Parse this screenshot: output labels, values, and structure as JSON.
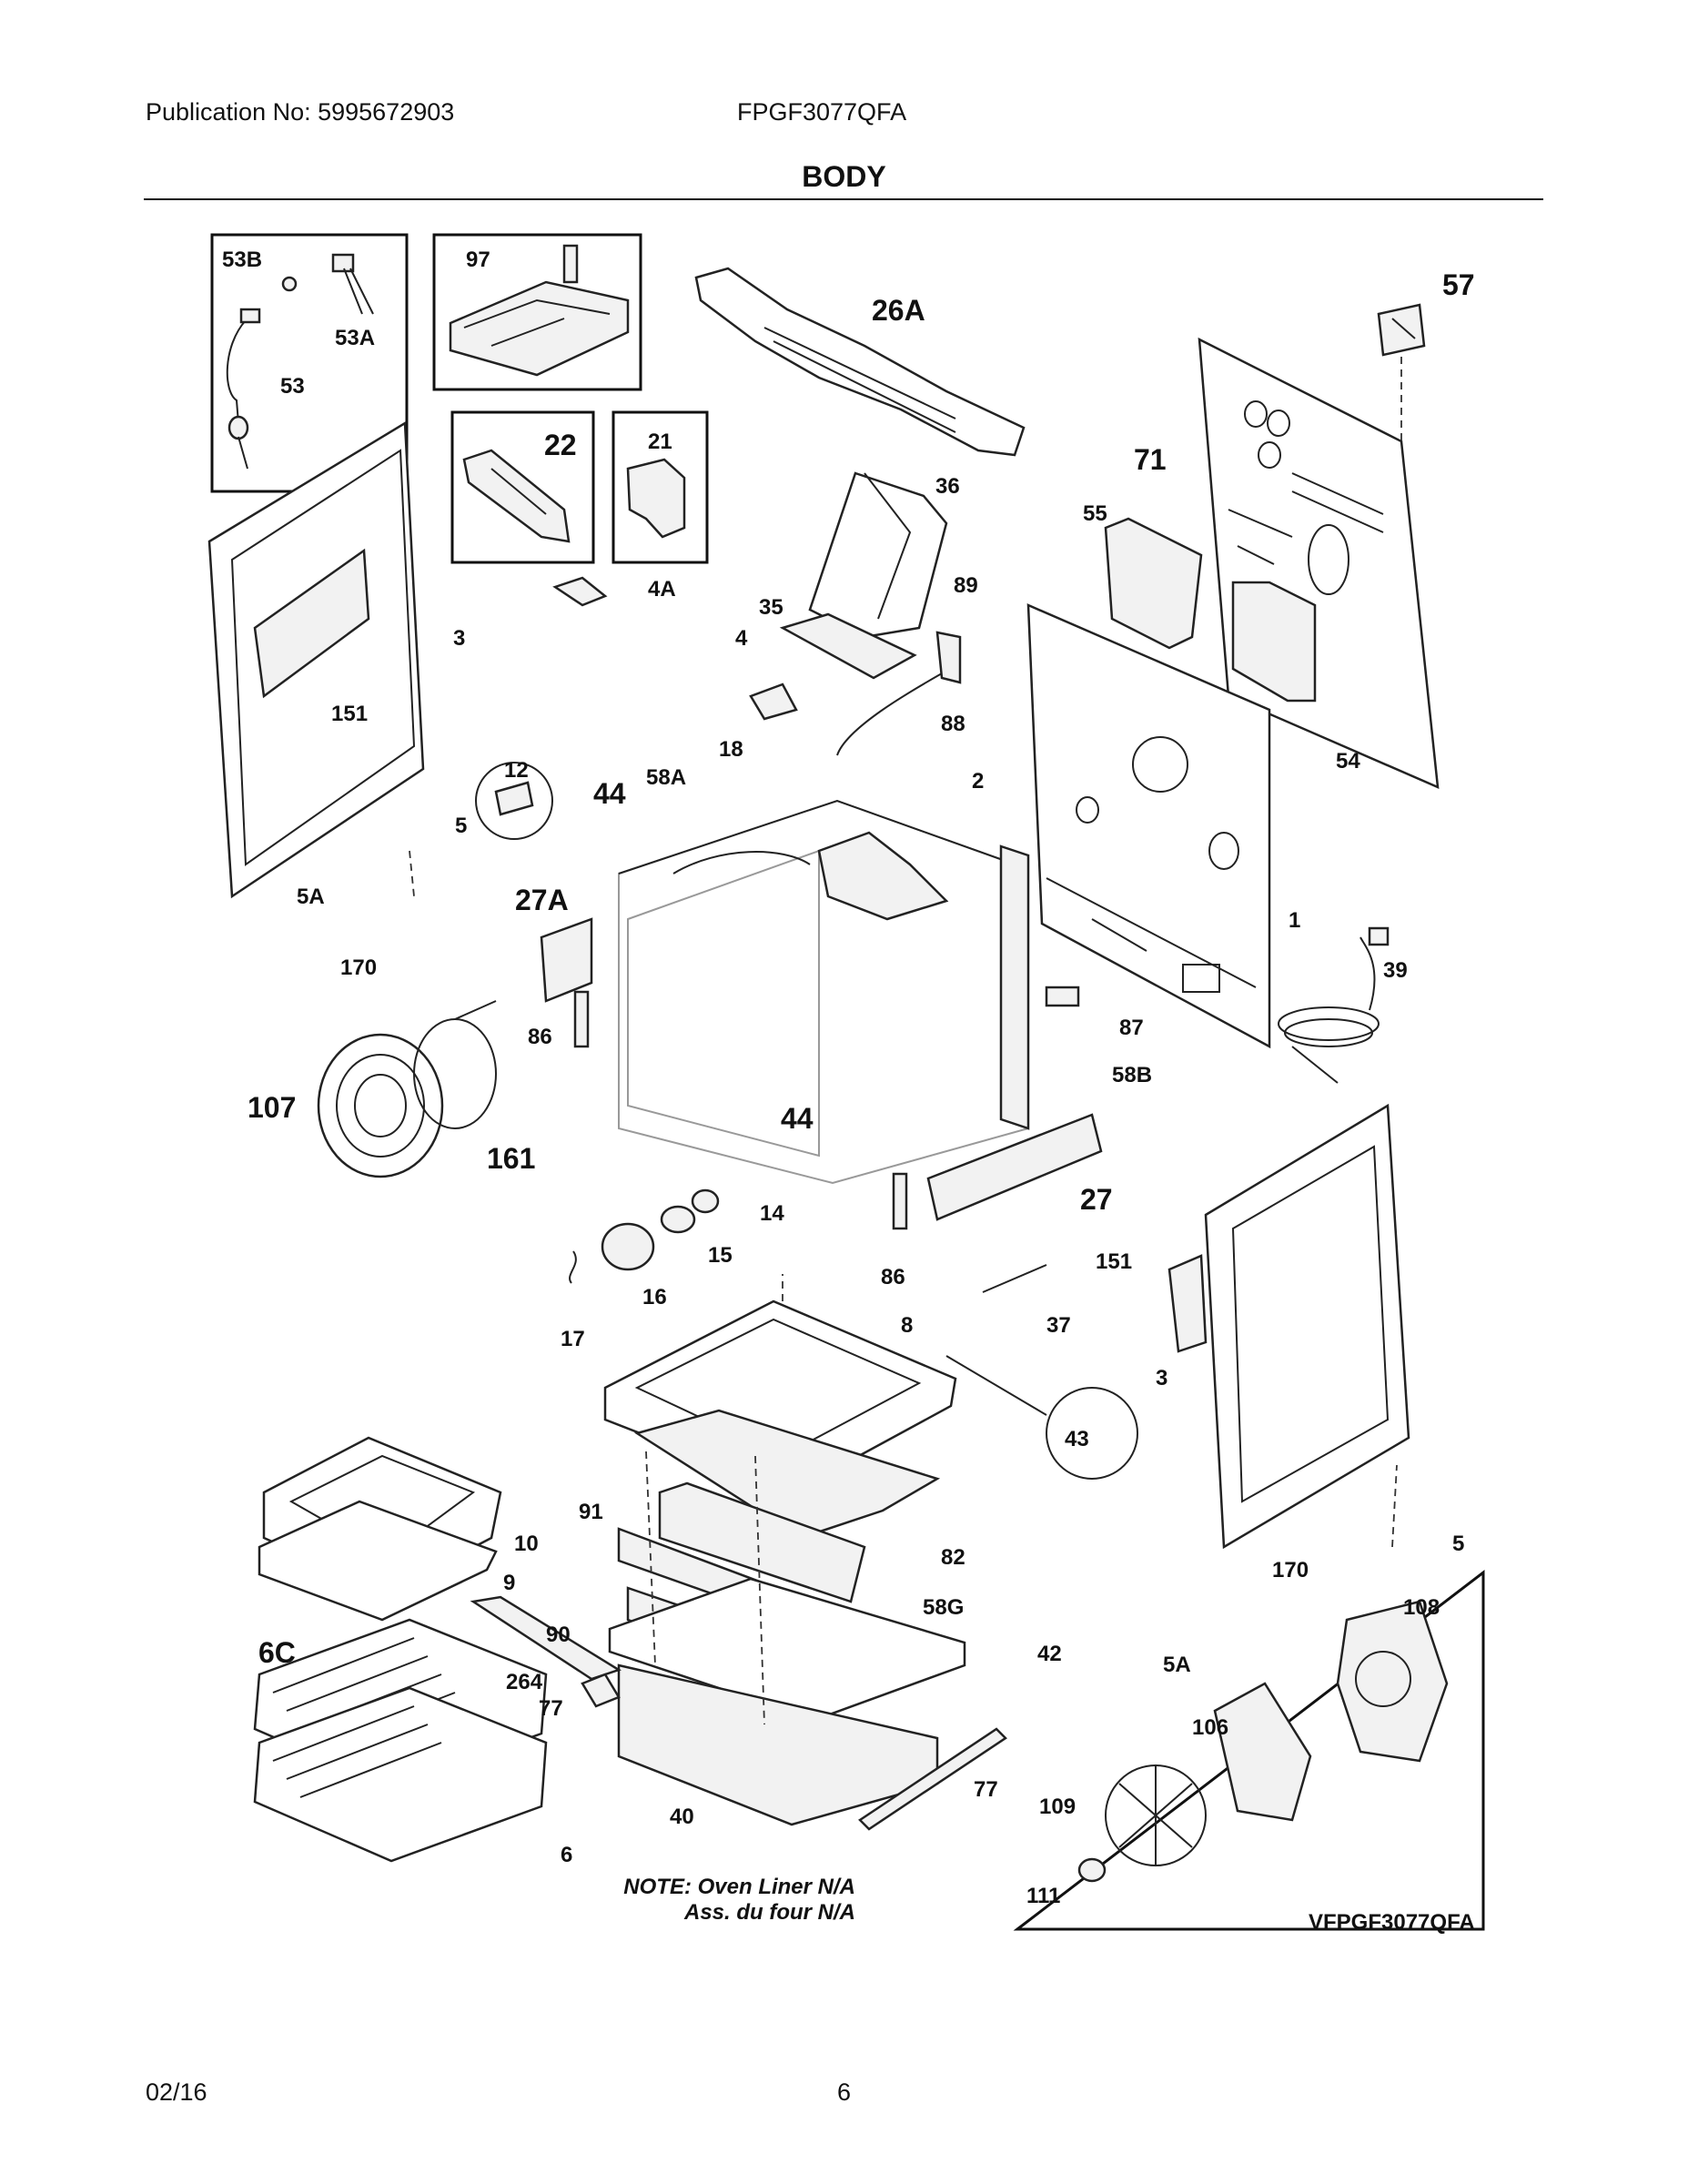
{
  "header": {
    "publication": "Publication No: 5995672903",
    "model": "FPGF3077QFA",
    "title": "BODY"
  },
  "footer": {
    "date": "02/16",
    "page": "6"
  },
  "note": {
    "line1": "NOTE: Oven Liner N/A",
    "line2": "Ass. du four N/A"
  },
  "drawing_code": "VFPGF3077QFA",
  "part_labels": [
    "53B",
    "97",
    "26A",
    "57",
    "53A",
    "53",
    "22",
    "21",
    "71",
    "36",
    "55",
    "4A",
    "3",
    "89",
    "35",
    "4",
    "151",
    "88",
    "54",
    "12",
    "44",
    "58A",
    "18",
    "2",
    "5",
    "5A",
    "27A",
    "1",
    "39",
    "170",
    "87",
    "86",
    "58B",
    "107",
    "161",
    "44",
    "27",
    "14",
    "15",
    "151",
    "86",
    "16",
    "37",
    "17",
    "8",
    "3",
    "43",
    "5",
    "91",
    "10",
    "82",
    "9",
    "170",
    "58G",
    "108",
    "90",
    "42",
    "6C",
    "264",
    "5A",
    "106",
    "77",
    "77",
    "40",
    "109",
    "6",
    "111"
  ]
}
